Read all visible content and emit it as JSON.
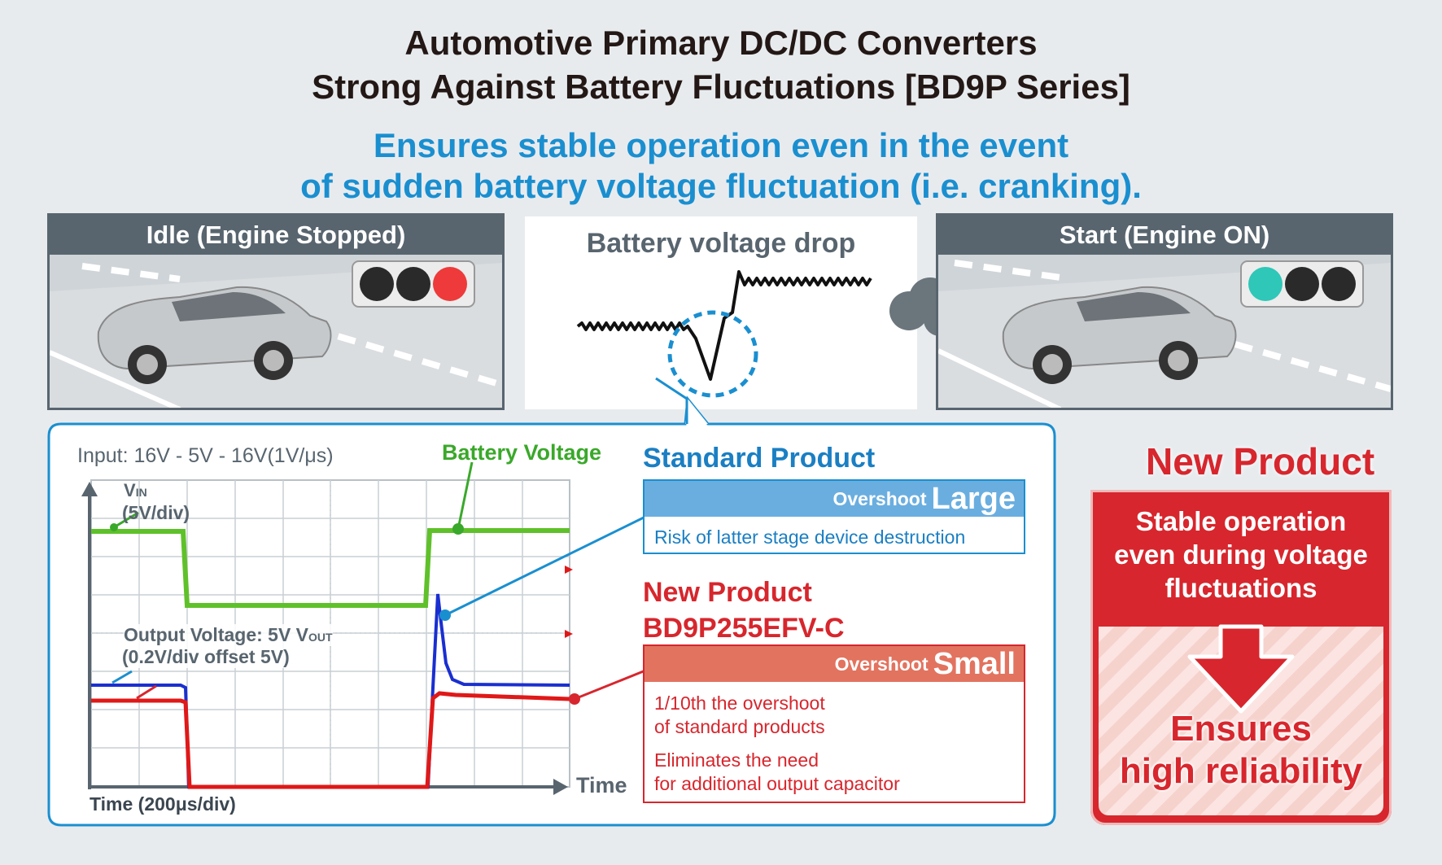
{
  "title": {
    "line1": "Automotive Primary DC/DC Converters",
    "line2": "Strong Against Battery Fluctuations [BD9P Series]"
  },
  "subtitle": {
    "line1": "Ensures stable operation even in the event",
    "line2": "of sudden battery voltage fluctuation (i.e. cranking)."
  },
  "idle_panel": {
    "header": "Idle (Engine Stopped)",
    "signal_active": "red"
  },
  "drop_panel": {
    "title": "Battery voltage drop"
  },
  "start_panel": {
    "header": "Start (Engine ON)",
    "signal_active": "green"
  },
  "scope": {
    "input_label": "Input: 16V - 5V - 16V(1V/μs)",
    "battery_label": "Battery Voltage",
    "vin_main": "V",
    "vin_sub": "IN",
    "vin_scale": "(5V/div)",
    "out_main": "Output Voltage: 5V V",
    "out_sub": "OUT",
    "out_scale": "(0.2V/div offset 5V)",
    "time_axis": "Time",
    "time_scale": "Time (200μs/div)"
  },
  "standard": {
    "title": "Standard Product",
    "overshoot_label": "Overshoot",
    "overshoot_value": "Large",
    "note": "Risk of latter stage device destruction"
  },
  "new_in_scope": {
    "title_line1": "New Product",
    "title_line2": "BD9P255EFV-C",
    "overshoot_label": "Overshoot",
    "overshoot_value": "Small",
    "note1_line1": "1/10th the overshoot",
    "note1_line2": "of standard products",
    "note2_line1": "Eliminates the need",
    "note2_line2": "for additional output capacitor"
  },
  "new_side": {
    "title": "New Product",
    "desc_line1": "Stable operation",
    "desc_line2": "even during voltage",
    "desc_line3": "fluctuations",
    "result_line1": "Ensures",
    "result_line2": "high reliability"
  },
  "colors": {
    "battery_trace": "#5fc12a",
    "standard_trace": "#1a2fd0",
    "new_trace": "#e01818",
    "accent_blue": "#1a8fd0",
    "accent_red": "#d7262d",
    "panel_header": "#58656f"
  }
}
